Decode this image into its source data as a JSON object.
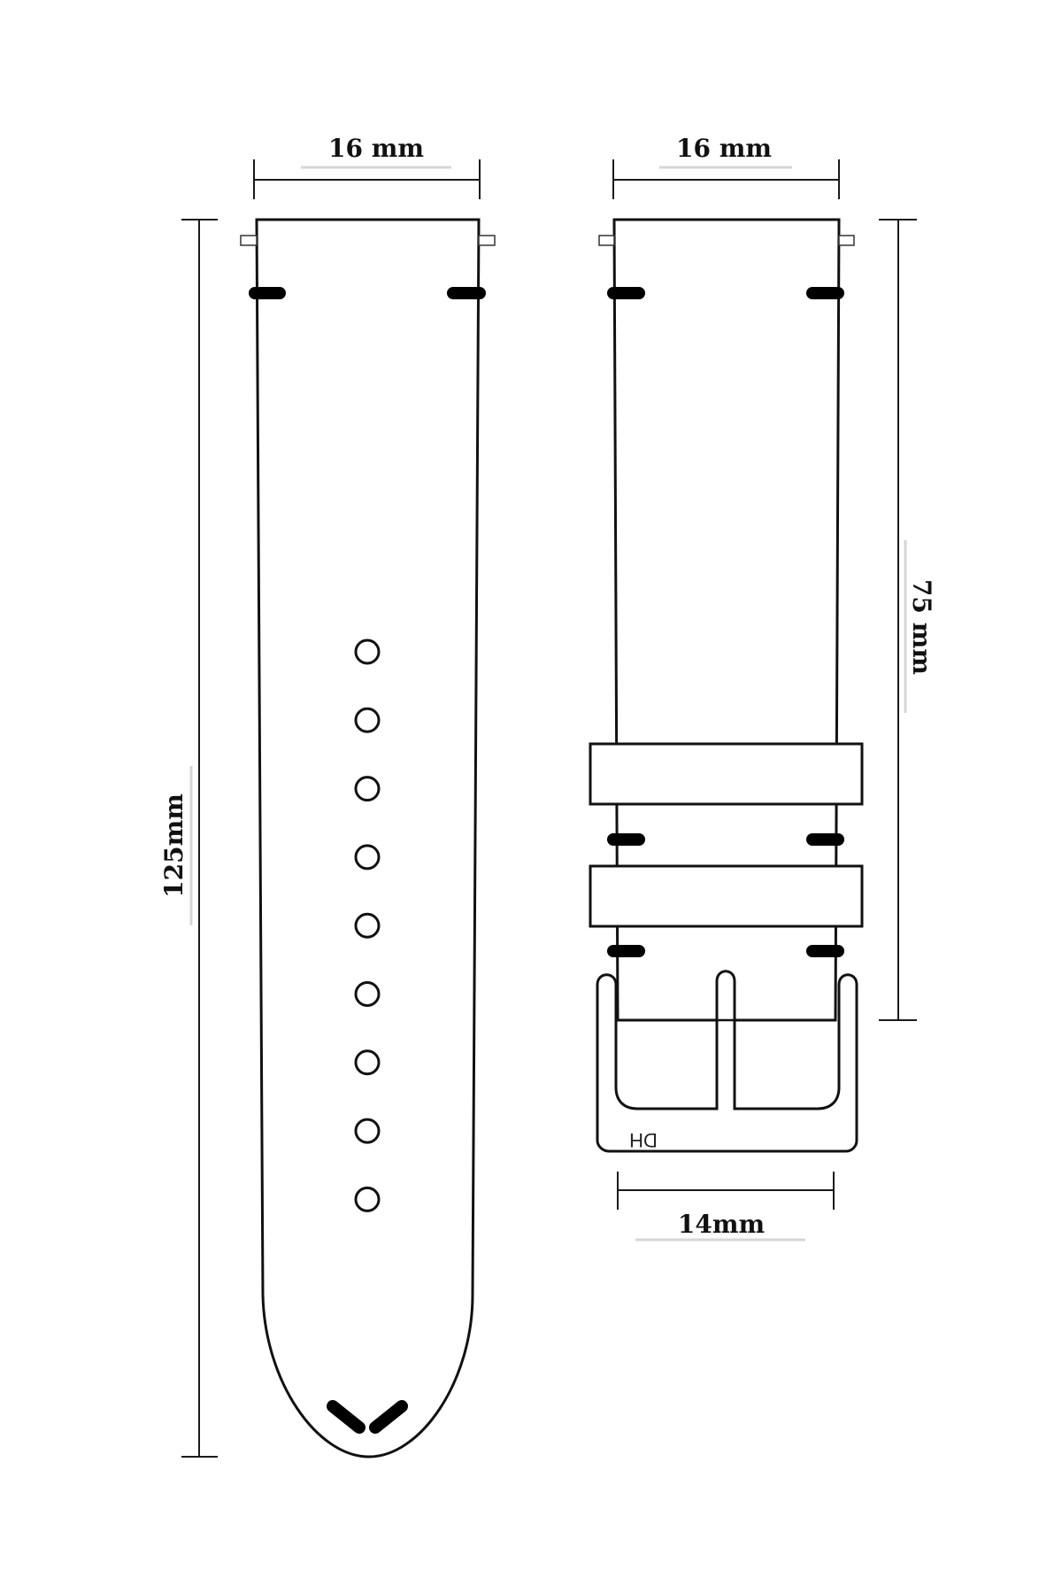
{
  "long_strap": {
    "width_label": "16 mm",
    "length_label": "125mm",
    "hole_count": 9
  },
  "short_strap": {
    "width_label": "16 mm",
    "length_label": "75 mm",
    "buckle_width_label": "14mm",
    "buckle_logo": "DH"
  },
  "colors": {
    "line": "#111111",
    "background": "#ffffff"
  }
}
